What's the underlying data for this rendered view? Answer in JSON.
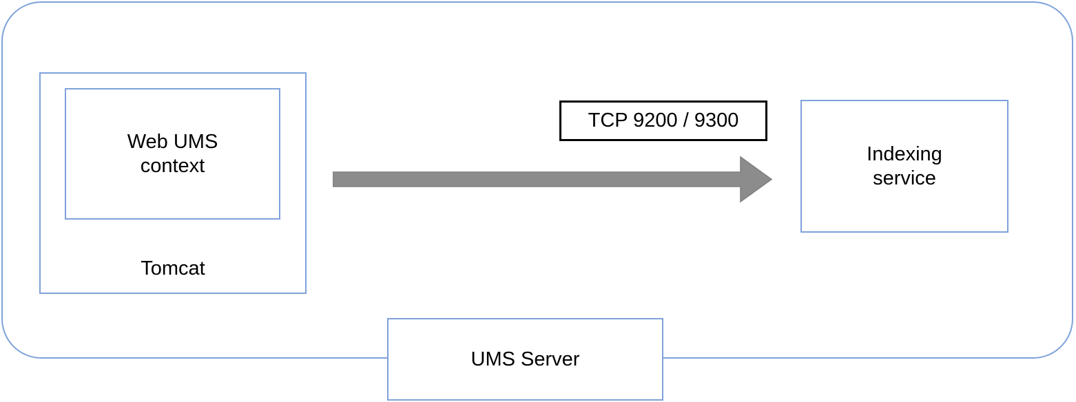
{
  "diagram": {
    "nodes": {
      "tomcat": {
        "label": "Tomcat"
      },
      "web_ums_context": {
        "label": "Web UMS\ncontext"
      },
      "indexing_service": {
        "label": "Indexing\nservice"
      },
      "ums_server": {
        "label": "UMS Server"
      }
    },
    "edges": [
      {
        "from": "tomcat",
        "to": "indexing_service",
        "label": "TCP 9200 / 9300",
        "direction": "right"
      }
    ],
    "colors": {
      "node_border": "#7EA1DB",
      "edge_label_border": "#000000",
      "arrow_fill": "#8C8C8C",
      "arrow_outline": "#7F7F7F",
      "text": "#000000",
      "background": "#FFFFFF"
    }
  }
}
